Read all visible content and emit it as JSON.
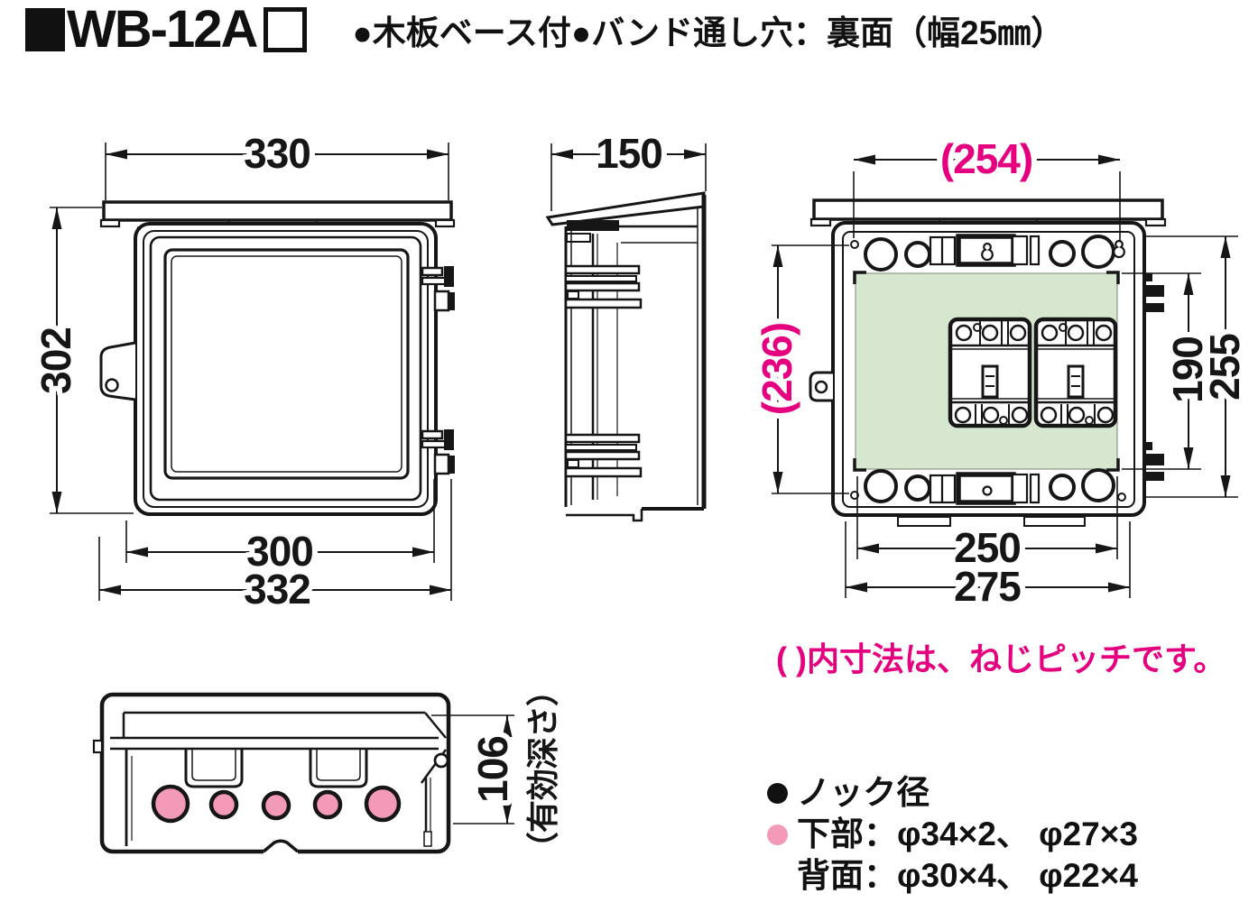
{
  "header": {
    "model": "WB-12A",
    "features": "●木板ベース付●バンド通し穴：裏面（幅25㎜）"
  },
  "note": "( )内寸法は、ねじピッチです。",
  "legend": {
    "title": "ノック径",
    "row_bottom": "下部：φ34×2、 φ27×3",
    "row_back": "背面：φ30×4、 φ22×4"
  },
  "dimensions": {
    "front": {
      "top_width": "330",
      "left_height": "302",
      "inner_width": "300",
      "outer_width": "332"
    },
    "side": {
      "depth": "150"
    },
    "back": {
      "pitch_width": "(254)",
      "pitch_height": "(236)",
      "base_height": "190",
      "opening_height": "255",
      "inner_width": "250",
      "body_width": "275"
    },
    "bottom": {
      "effective_depth": "106",
      "effective_depth_note": "（有効深さ）"
    }
  },
  "colors": {
    "accent_pink": "#e4007f",
    "knockout_pink": "#f29ab8",
    "base_green": "#d7e7cf",
    "line": "#1c1c1c"
  }
}
